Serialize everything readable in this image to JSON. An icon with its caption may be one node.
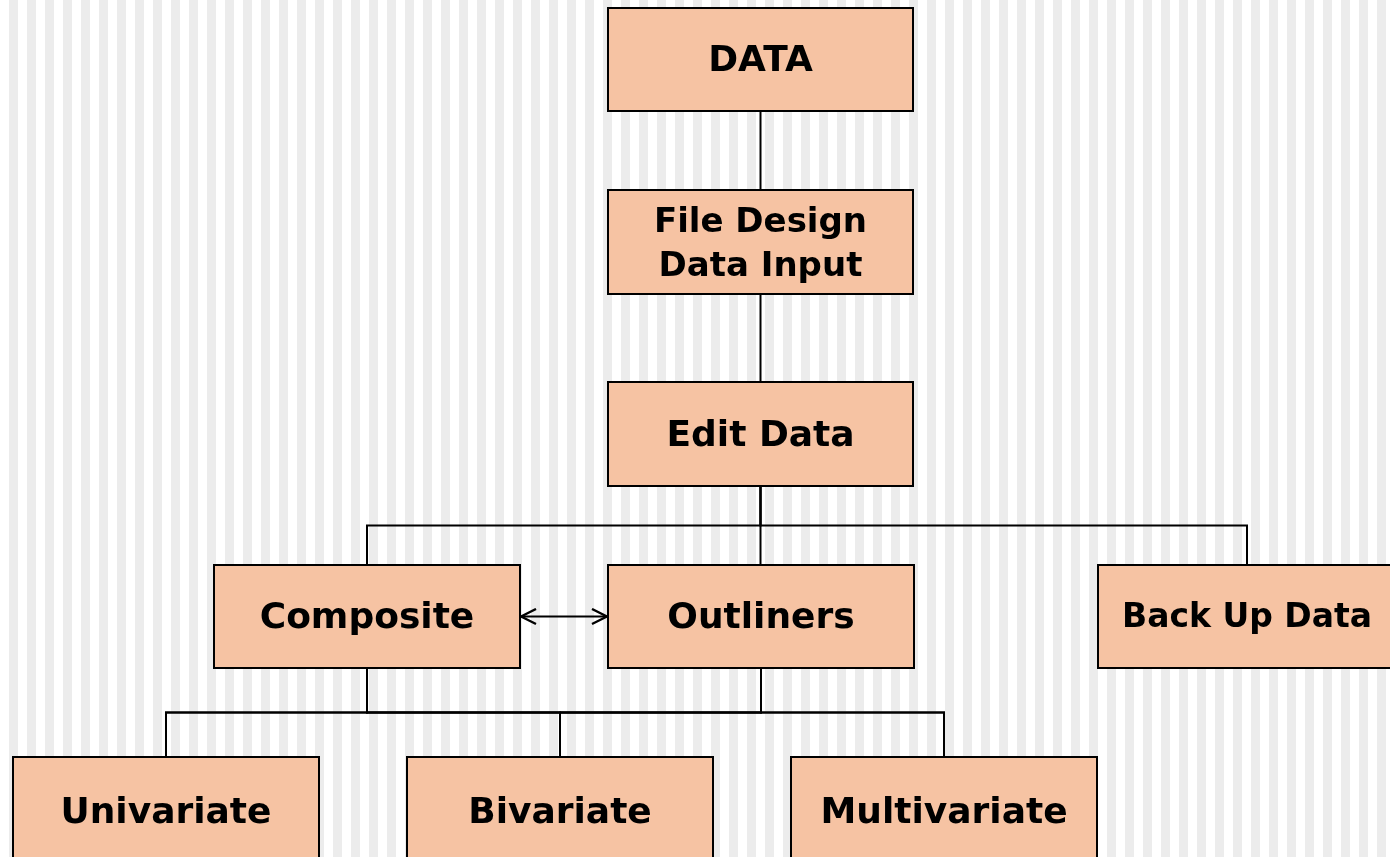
{
  "diagram": {
    "nodes": [
      {
        "text": [
          "DATA"
        ]
      },
      {
        "text": [
          "File Design Data Input"
        ]
      },
      {
        "text": [
          "Edit Data"
        ]
      },
      {
        "text": [
          "Composite"
        ]
      },
      {
        "text": [
          "Outliners"
        ]
      },
      {
        "text": [
          "Back Up Data"
        ]
      },
      {
        "text": [
          "Univariate"
        ]
      },
      {
        "text": [
          "Bivariate"
        ]
      },
      {
        "text": [
          "Multivariate"
        ]
      }
    ],
    "edges": [
      {
        "from": 0,
        "to": 1,
        "arrow": "none"
      },
      {
        "from": 1,
        "to": 2,
        "arrow": "none"
      },
      {
        "from": 2,
        "to": 3,
        "arrow": "none"
      },
      {
        "from": 2,
        "to": 4,
        "arrow": "none"
      },
      {
        "from": 2,
        "to": 5,
        "arrow": "none"
      },
      {
        "from": 3,
        "to": 4,
        "arrow": "both"
      },
      {
        "from": 3,
        "to": 6,
        "arrow": "none"
      },
      {
        "from": 3,
        "to": 7,
        "arrow": "none"
      },
      {
        "from": 3,
        "to": 8,
        "arrow": "none"
      },
      {
        "from": 4,
        "to": 6,
        "arrow": "none"
      },
      {
        "from": 4,
        "to": 7,
        "arrow": "none"
      },
      {
        "from": 4,
        "to": 8,
        "arrow": "none"
      }
    ]
  }
}
